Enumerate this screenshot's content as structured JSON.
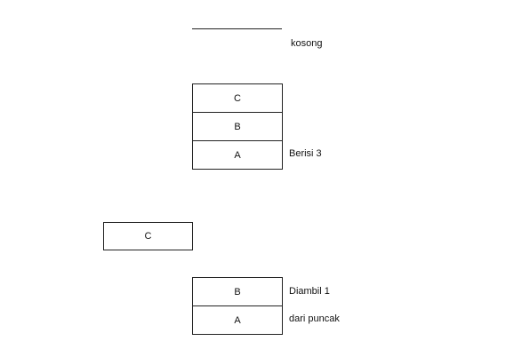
{
  "empty_stack": {
    "label": "kosong"
  },
  "full_stack": {
    "items": [
      "C",
      "B",
      "A"
    ],
    "label": "Berisi 3"
  },
  "popped_item": {
    "value": "C"
  },
  "remaining_stack": {
    "items": [
      "B",
      "A"
    ],
    "label_line1": "Diambil 1",
    "label_line2": "dari puncak"
  }
}
